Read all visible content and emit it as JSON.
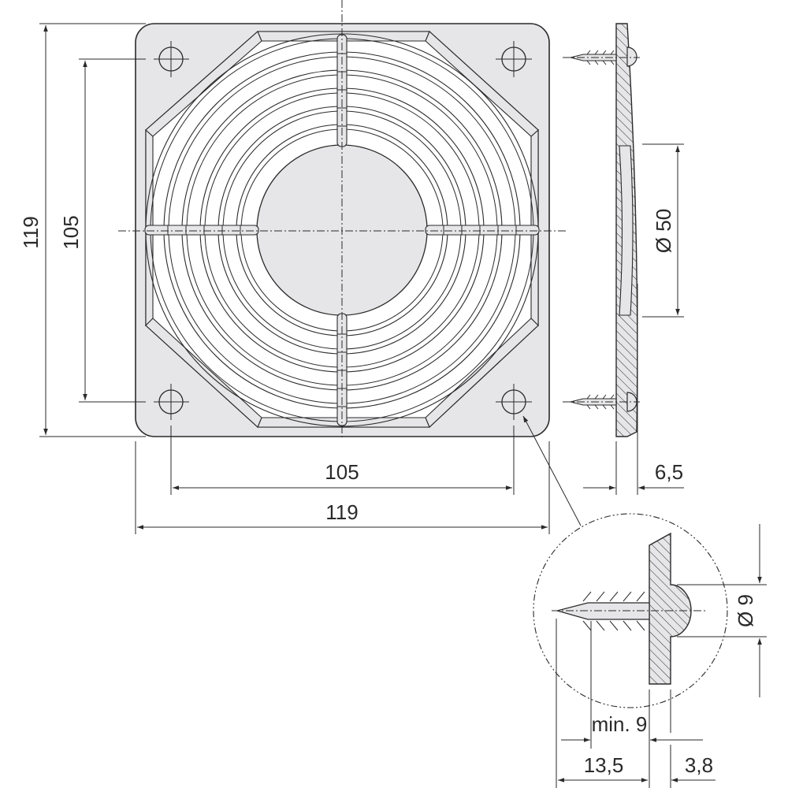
{
  "drawing": {
    "subject": "Fan guard 119 mm with push-in rivets",
    "colors": {
      "part_fill": "#e6e6e8",
      "line": "#2a2a2a",
      "background": "#ffffff"
    }
  },
  "front_view": {
    "dimensions": {
      "overall_height": "119",
      "hole_spacing_vertical": "105",
      "hole_spacing_horizontal": "105",
      "overall_width": "119"
    },
    "ring_count": 6,
    "mounting_holes": 4
  },
  "side_view": {
    "dimensions": {
      "center_diameter": "Ø 50",
      "depth": "6,5"
    }
  },
  "detail_view": {
    "dimensions": {
      "head_diameter": "Ø 9",
      "min_panel_thickness": "min. 9",
      "rivet_length": "13,5",
      "head_height": "3,8"
    }
  }
}
